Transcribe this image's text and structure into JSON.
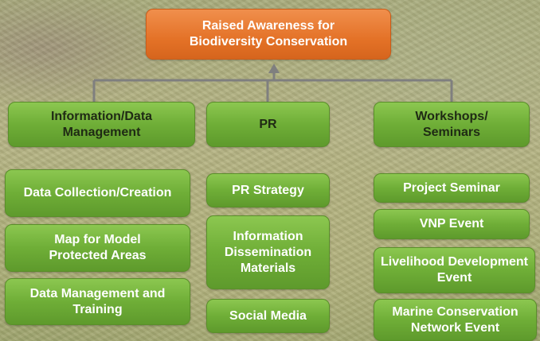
{
  "root": {
    "label": "Raised Awareness for Biodiversity Conservation"
  },
  "columns": [
    {
      "title": "Information/Data Management",
      "items": [
        "Data Collection/Creation",
        "Map for Model Protected Areas",
        "Data Management and Training"
      ]
    },
    {
      "title": "PR",
      "items": [
        "PR Strategy",
        "Information Dissemination Materials",
        "Social Media"
      ]
    },
    {
      "title": "Workshops/ Seminars",
      "items": [
        "Project Seminar",
        "VNP Event",
        "Livelihood Development Event",
        "Marine Conservation Network Event"
      ]
    }
  ],
  "colors": {
    "root_fill": "#e47227",
    "node_fill": "#6fae37",
    "connector": "#7f7f7f"
  }
}
